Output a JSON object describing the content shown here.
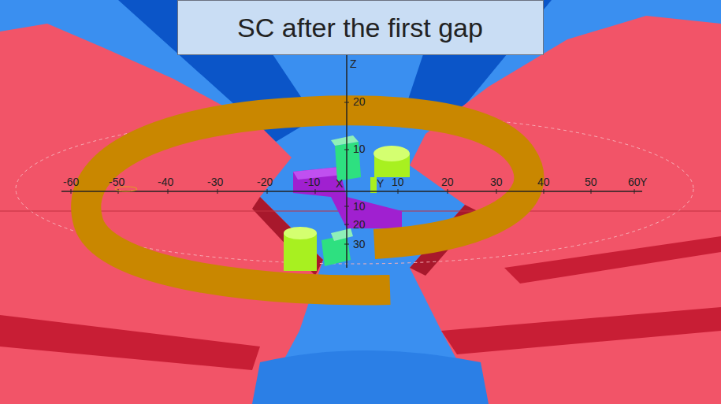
{
  "diagram": {
    "title": "SC after the first gap",
    "labels": [
      "Z",
      "20",
      "10",
      "10",
      "20",
      "30",
      "-60",
      "-50",
      "-40",
      "-30",
      "-20",
      "-10",
      "X",
      "Y",
      "10",
      "20",
      "30",
      "40",
      "50",
      "60",
      "Y"
    ]
  }
}
